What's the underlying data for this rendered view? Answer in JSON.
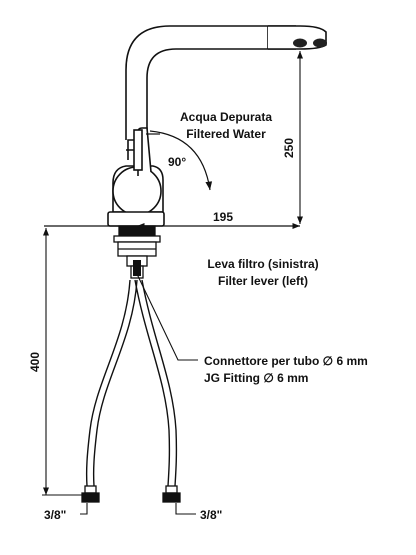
{
  "labels": {
    "water_it": "Acqua Depurata",
    "water_en": "Filtered Water",
    "angle": "90°",
    "lever_it": "Leva filtro (sinistra)",
    "lever_en": "Filter lever (left)",
    "fitting_it": "Connettore per tubo ∅ 6 mm",
    "fitting_en": "JG Fitting ∅ 6 mm",
    "thread_left": "3/8\"",
    "thread_right": "3/8\""
  },
  "dimensions": {
    "spout_height": "250",
    "reach": "195",
    "hose_length": "400"
  },
  "colors": {
    "line": "#111111",
    "fill": "#ffffff"
  }
}
